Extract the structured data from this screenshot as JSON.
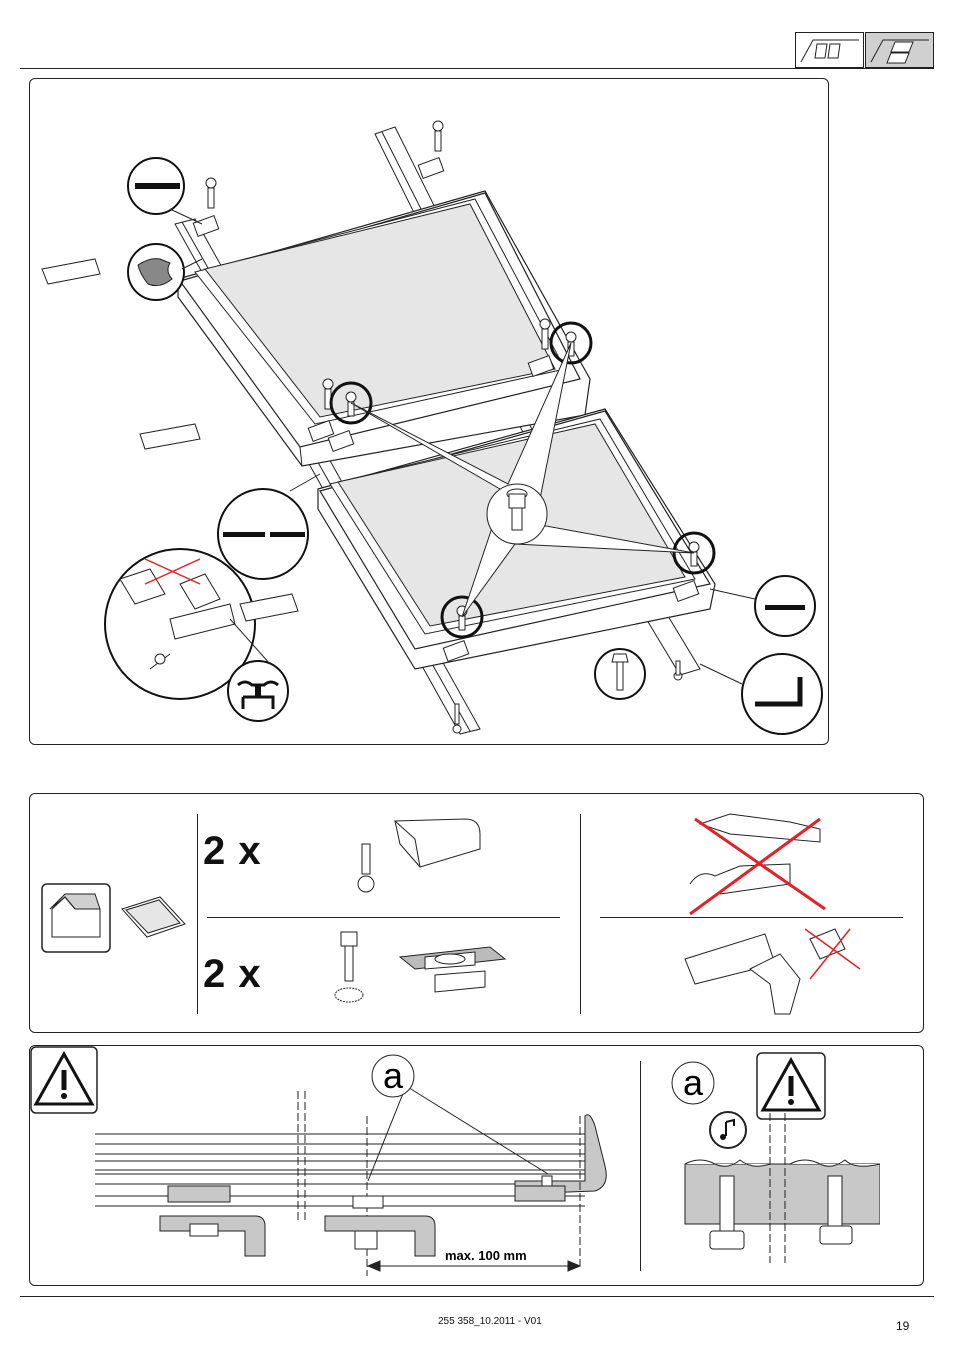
{
  "header": {
    "roof_icons": [
      "roof-windows-side-by-side-icon",
      "roof-window-stacked-icon-active"
    ]
  },
  "step_panel": {
    "icons": [
      "bracket-detail-icon",
      "clip-profile-icon",
      "seal-gap-icon",
      "screw-icon",
      "bend-angle-icon"
    ]
  },
  "parts_panel": {
    "row1_qty": "2 x",
    "row2_qty": "2 x",
    "icons": [
      "house-icon",
      "window-panel-icon",
      "screw-icon",
      "clip-bracket-icon",
      "bolt-washer-icon",
      "base-plate-icon",
      "crossed-out-icon"
    ]
  },
  "warning_panel": {
    "label_a_left": "a",
    "label_a_right": "a",
    "dimension_label": "max. 100 mm",
    "icons": [
      "warning-triangle-icon",
      "warning-triangle-icon",
      "sound-click-icon"
    ]
  },
  "footer": {
    "doc_code": "255 358_10.2011 - V01",
    "page_number": "19"
  },
  "colors": {
    "line": "#222222",
    "glass": "#e6e6e6",
    "active_tab": "#d0d0d0",
    "cross_red": "#e32227"
  }
}
